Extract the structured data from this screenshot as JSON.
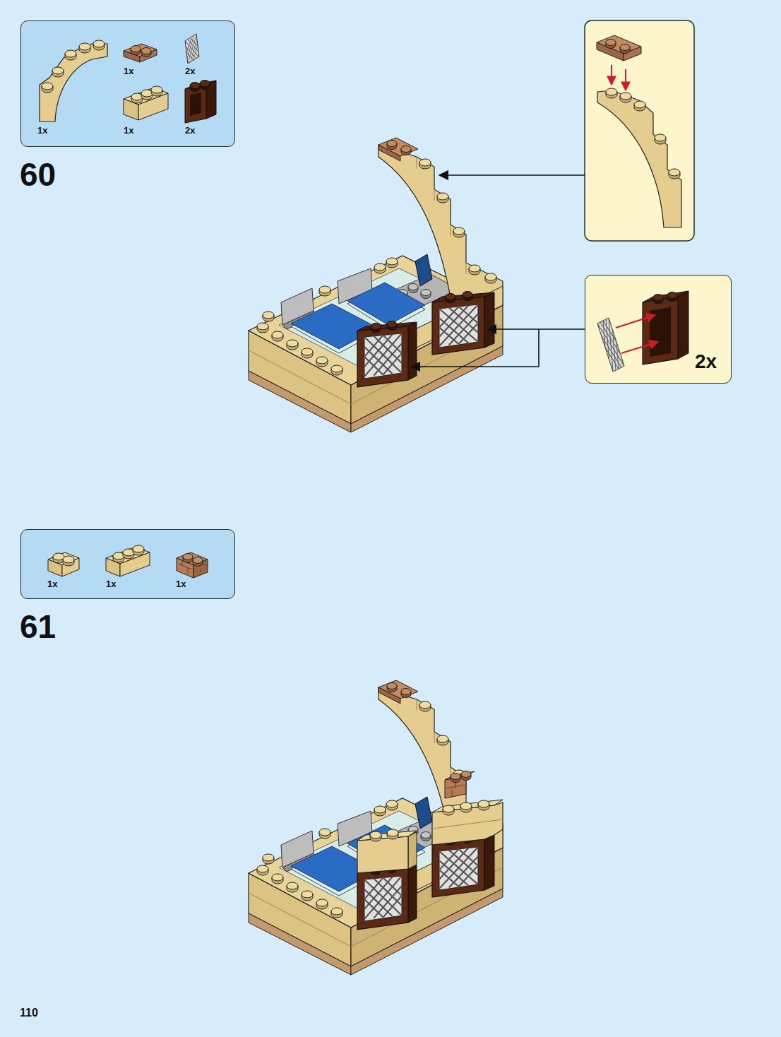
{
  "diagram": {
    "nodes": [
      {
        "text": [
          "1x",
          "1x",
          "2x",
          "1x",
          "2x"
        ]
      },
      {
        "text": [
          "2x"
        ]
      },
      {
        "text": [
          "1x",
          "1x",
          "1x"
        ]
      }
    ],
    "labels": [
      "60",
      "61",
      "110"
    ]
  }
}
